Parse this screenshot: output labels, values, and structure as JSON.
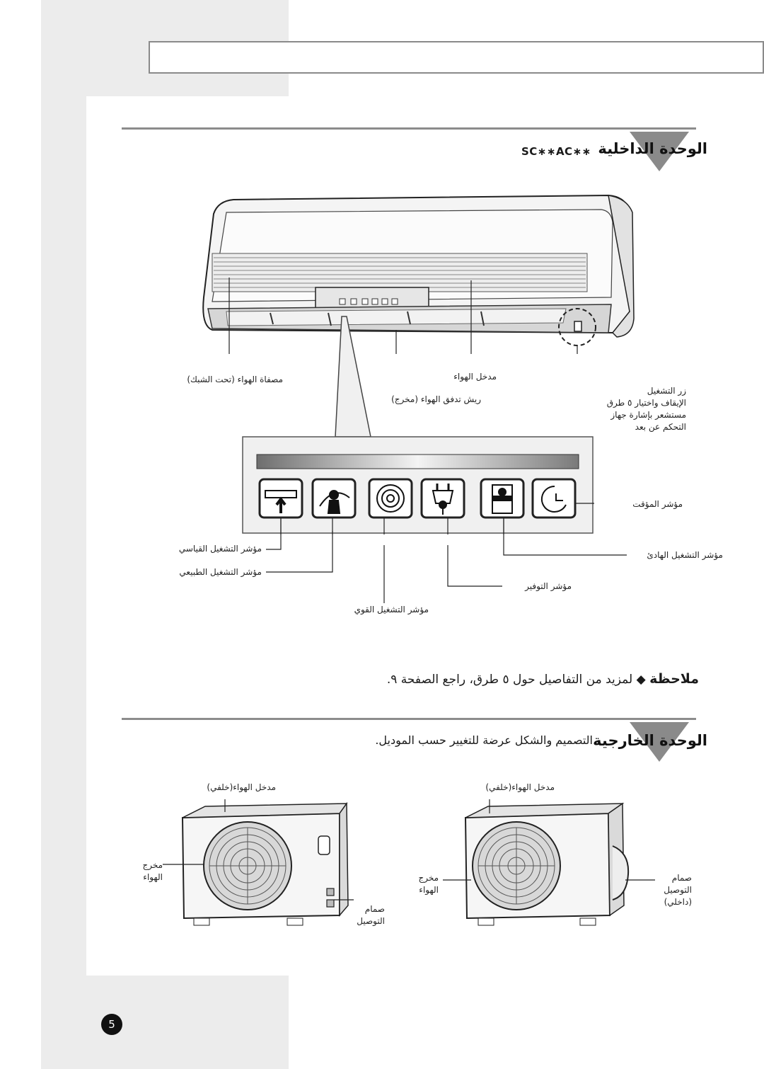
{
  "indoor": {
    "title": "الوحدة الداخلية",
    "model": "SC∗∗AC∗∗",
    "labels": {
      "air_outlet_grille": "مصفاة الهواء (تحت الشبك)",
      "air_inlet": "مدخل الهواء",
      "flow_blade": "ريش تدفق الهواء (مخرج)",
      "power_switch": [
        "زر التشغيل",
        "الإيقاف واختيار ٥ طرق",
        "مستشعر بإشارة جهاز",
        "التحكم عن بعد"
      ],
      "timer_indicator": "مؤشر المؤقت",
      "quiet_indicator": "مؤشر التشغيل الهادئ",
      "max_indicator": "مؤشر التشغيل القياسي",
      "natural_indicator": "مؤشر التشغيل الطبيعي",
      "saving_indicator": "مؤشر التوفير",
      "strong_indicator": "مؤشر التشغيل القوي"
    }
  },
  "note": {
    "label": "ملاحظة",
    "text": "لمزيد من التفاصيل حول ٥ طرق، راجع الصفحة ٩."
  },
  "outdoor": {
    "title": "الوحدة الخارجية",
    "subtitle": "التصميم والشكل عرضة للتغيير حسب الموديل.",
    "left": {
      "air_inlet": "مدخل الهواء(خلفي)",
      "air_outlet": [
        "مخرج",
        "الهواء"
      ],
      "valve": [
        "صمام",
        "التوصيل"
      ]
    },
    "right": {
      "air_inlet": "مدخل الهواء(خلفي)",
      "air_outlet": [
        "مخرج",
        "الهواء"
      ],
      "valve": [
        "صمام",
        "التوصيل",
        "(داخلي)"
      ]
    }
  },
  "page_number": "5"
}
